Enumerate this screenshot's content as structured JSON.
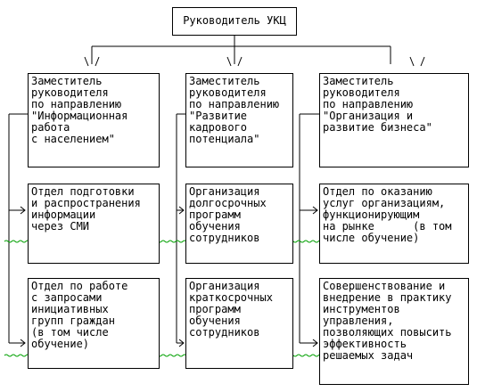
{
  "colors": {
    "line": "#000000",
    "spell_underline": "#ff0000",
    "grammar_underline": "#00a000"
  },
  "top": {
    "label": "Руководитель УКЦ"
  },
  "deputies": [
    {
      "label": "Заместитель\nруководителя\nпо направлению\n\"Информационная\nработа\nс населением\""
    },
    {
      "label": "Заместитель\nруководителя\nпо направлению\n\"Развитие\nкадрового\nпотенциала\""
    },
    {
      "label": "Заместитель\nруководителя\nпо направлению\n\"Организация и\nразвитие бизнеса\""
    }
  ],
  "row2": [
    {
      "label": "Отдел подготовки\nи распространения\nинформации\nчерез СМИ"
    },
    {
      "label": "Организация\nдолгосрочных\nпрограмм\nобучения\nсотрудников"
    },
    {
      "label": "Отдел по оказанию\nуслуг организациям,\nфункционирующим\nна рынке      (в том\nчисле обучение)"
    }
  ],
  "row3": [
    {
      "label": "Отдел по работе\nс запросами\nинициативных\nгрупп граждан\n(в том числе\nобучение)"
    },
    {
      "label": "Организация\nкраткосрочных\nпрограмм\nобучения\nсотрудников"
    },
    {
      "label": "Совершенствование и\nвнедрение в практику\nинструментов\nуправления,\nпозволяющих повысить\nэффективность\nрешаемых задач"
    }
  ]
}
